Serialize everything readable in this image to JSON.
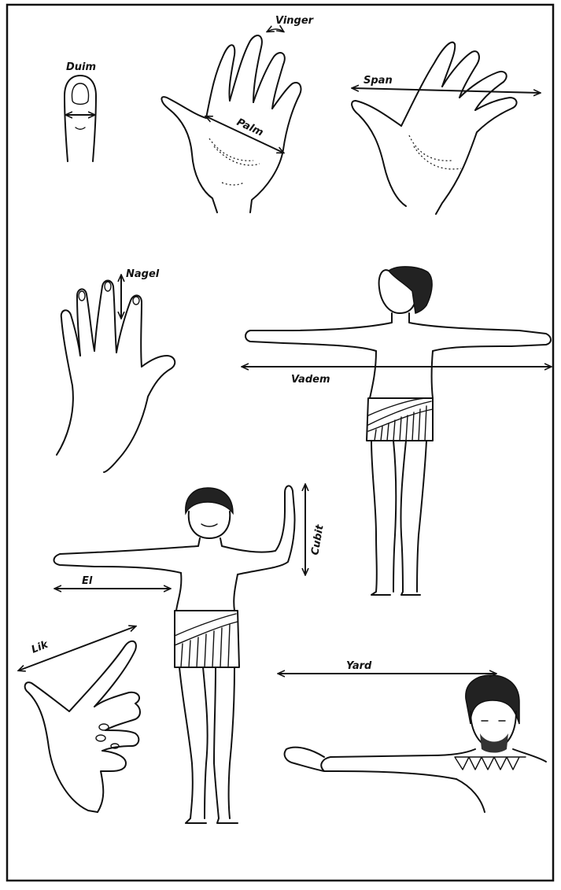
{
  "labels": {
    "duim": "Duim",
    "vinger": "Vinger",
    "palm": "Palm",
    "span": "Span",
    "nagel": "Nagel",
    "vadem": "Vadem",
    "cubit": "Cubit",
    "el": "El",
    "lik": "Lik",
    "yard": "Yard"
  }
}
